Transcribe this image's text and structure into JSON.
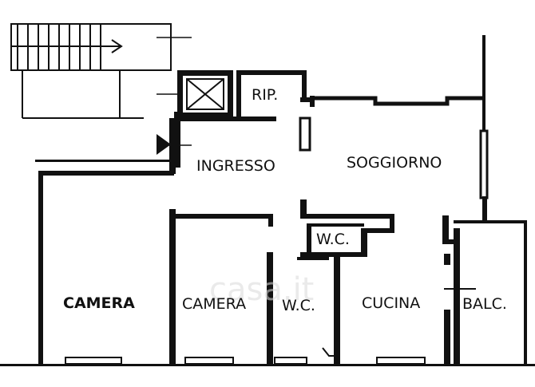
{
  "rooms": {
    "ripostiglio": "RIP.",
    "ingresso": "INGRESSO",
    "soggiorno": "SOGGIORNO",
    "wc_upper": "W.C.",
    "camera_left": "CAMERA",
    "camera_middle": "CAMERA",
    "wc_lower": "W.C.",
    "cucina": "CUCINA",
    "balcone": "BALC."
  },
  "watermark": "casa.it",
  "colors": {
    "walls": "#111111",
    "background": "#ffffff",
    "watermark": "#d9d9d9"
  }
}
